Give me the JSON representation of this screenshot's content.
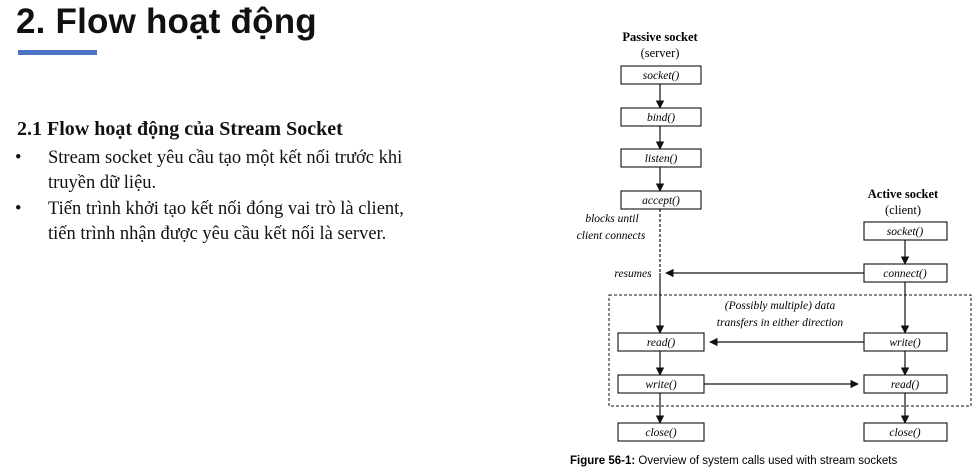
{
  "slide": {
    "title": "2. Flow hoạt động",
    "accent_color": "#4a73c4"
  },
  "section": {
    "heading": "2.1 Flow hoạt động của Stream Socket",
    "bullets": [
      {
        "marker": "•",
        "text": "Stream socket yêu cầu tạo một kết nối trước khi truyền dữ liệu."
      },
      {
        "marker": "•",
        "text": "Tiến trình khởi tạo kết nối đóng vai trò là client, tiến trình nhận được yêu cầu kết nối là server."
      }
    ]
  },
  "diagram": {
    "passive": {
      "title": "Passive socket",
      "subtitle": "(server)"
    },
    "active": {
      "title": "Active socket",
      "subtitle": "(client)"
    },
    "server_calls": [
      "socket()",
      "bind()",
      "listen()",
      "accept()",
      "read()",
      "write()",
      "close()"
    ],
    "client_calls": [
      "socket()",
      "connect()",
      "write()",
      "read()",
      "close()"
    ],
    "annotations": {
      "blocks_line1": "blocks until",
      "blocks_line2": "client connects",
      "resumes": "resumes",
      "transfer_line1": "(Possibly multiple) data",
      "transfer_line2": "transfers in either direction"
    },
    "caption": {
      "label": "Figure 56-1:",
      "text": " Overview of system calls used with stream sockets"
    }
  }
}
